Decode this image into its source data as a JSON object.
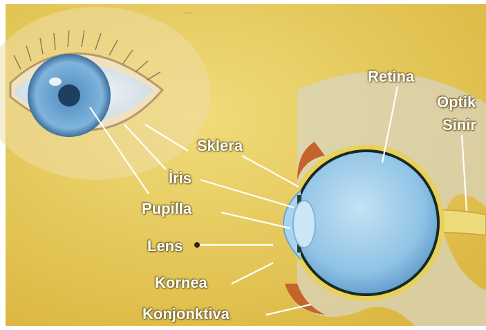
{
  "labels": {
    "retina": "Retina",
    "optik_line1": "Optik",
    "optik_line2": "Sinir",
    "sklera": "Sklera",
    "iris": "İris",
    "pupilla": "Pupilla",
    "lens": "Lens",
    "kornea": "Kornea",
    "konjonktiva": "Konjonktiva"
  },
  "colors": {
    "background": "#e9cc59",
    "eyeball": "#9cc9e8",
    "label": "#ffffff"
  }
}
